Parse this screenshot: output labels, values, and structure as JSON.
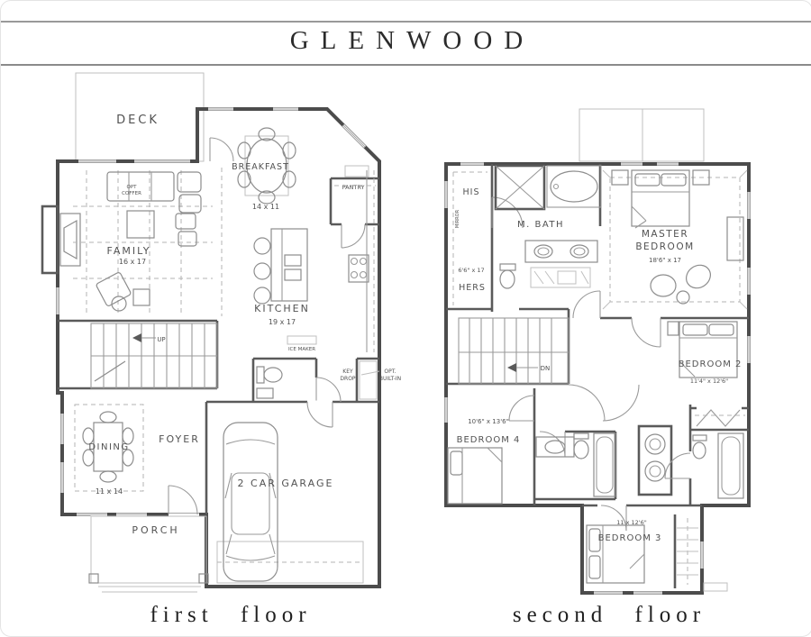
{
  "title": "GLENWOOD",
  "captions": {
    "first": "first floor",
    "second": "second floor"
  },
  "first_floor": {
    "deck": "DECK",
    "opt_coffer_line1": "OPT",
    "opt_coffer_line2": "COFFER",
    "family": "FAMILY",
    "family_dim": "16 x 17",
    "breakfast": "BREAKFAST",
    "breakfast_dim": "14 x 11",
    "pantry": "PANTRY",
    "kitchen": "KITCHEN",
    "kitchen_dim": "19 x 17",
    "ice_maker": "ICE MAKER",
    "up": "UP",
    "key_drop_line1": "KEY",
    "key_drop_line2": "DROP",
    "opt_builtin_line1": "OPT.",
    "opt_builtin_line2": "BUILT-IN",
    "dining": "DINING",
    "dining_dim": "11 x 14",
    "foyer": "FOYER",
    "porch": "PORCH",
    "garage": "2 CAR GARAGE"
  },
  "second_floor": {
    "his": "HIS",
    "mirror": "MIRROR",
    "master_bath": "M. BATH",
    "master_bath_dim": "6'6\" x 17",
    "hers": "HERS",
    "master_line1": "MASTER",
    "master_line2": "BEDROOM",
    "master_dim": "18'6\" x 17",
    "down": "DN",
    "bedroom2": "BEDROOM 2",
    "bedroom2_dim": "11'4\" x 12'6\"",
    "bedroom4": "BEDROOM 4",
    "bedroom4_dim": "10'6\" x 13'6\"",
    "bedroom3": "BEDROOM 3",
    "bedroom3_dim": "11 x 12'6\""
  },
  "colors": {
    "wall": "#4c4c4c",
    "line_light": "#bfbfbf",
    "text": "#525252",
    "title": "#2b2b2b",
    "background": "#ffffff"
  }
}
